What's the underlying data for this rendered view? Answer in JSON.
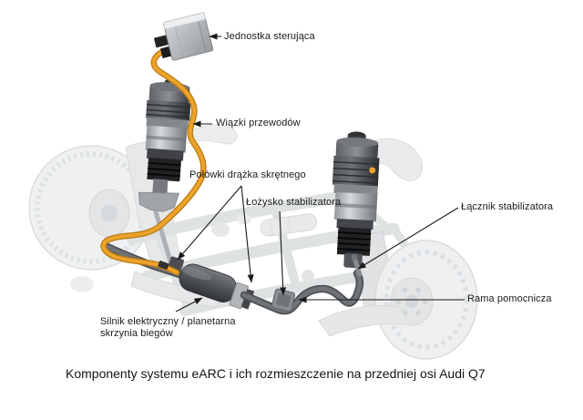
{
  "figure": {
    "caption": "Komponenty systemu eARC i ich rozmieszczenie na przedniej osi Audi Q7"
  },
  "labels": {
    "control_unit": "Jednostka sterująca",
    "wiring_harness": "Wiązki przewodów",
    "torsion_bar_halves": "Połówki drążka skrętnego",
    "stabilizer_bearing": "Łożysko stabilizatora",
    "stabilizer_link": "Łącznik stabilizatora",
    "subframe": "Rama pomocnicza",
    "motor_gearbox": "Silnik elektryczny / planetarna\nskrzynia biegów"
  },
  "colors": {
    "cable": "#ECA32B",
    "cable_shadow": "#B97A12",
    "leader_line": "#1a1a1a",
    "dark_component": "#3A3C40",
    "silver_component": "#B3B6B9",
    "stabilizer_bar": "#6F7276",
    "faded_chassis": "#E4E6E8",
    "background": "#FFFFFF"
  }
}
